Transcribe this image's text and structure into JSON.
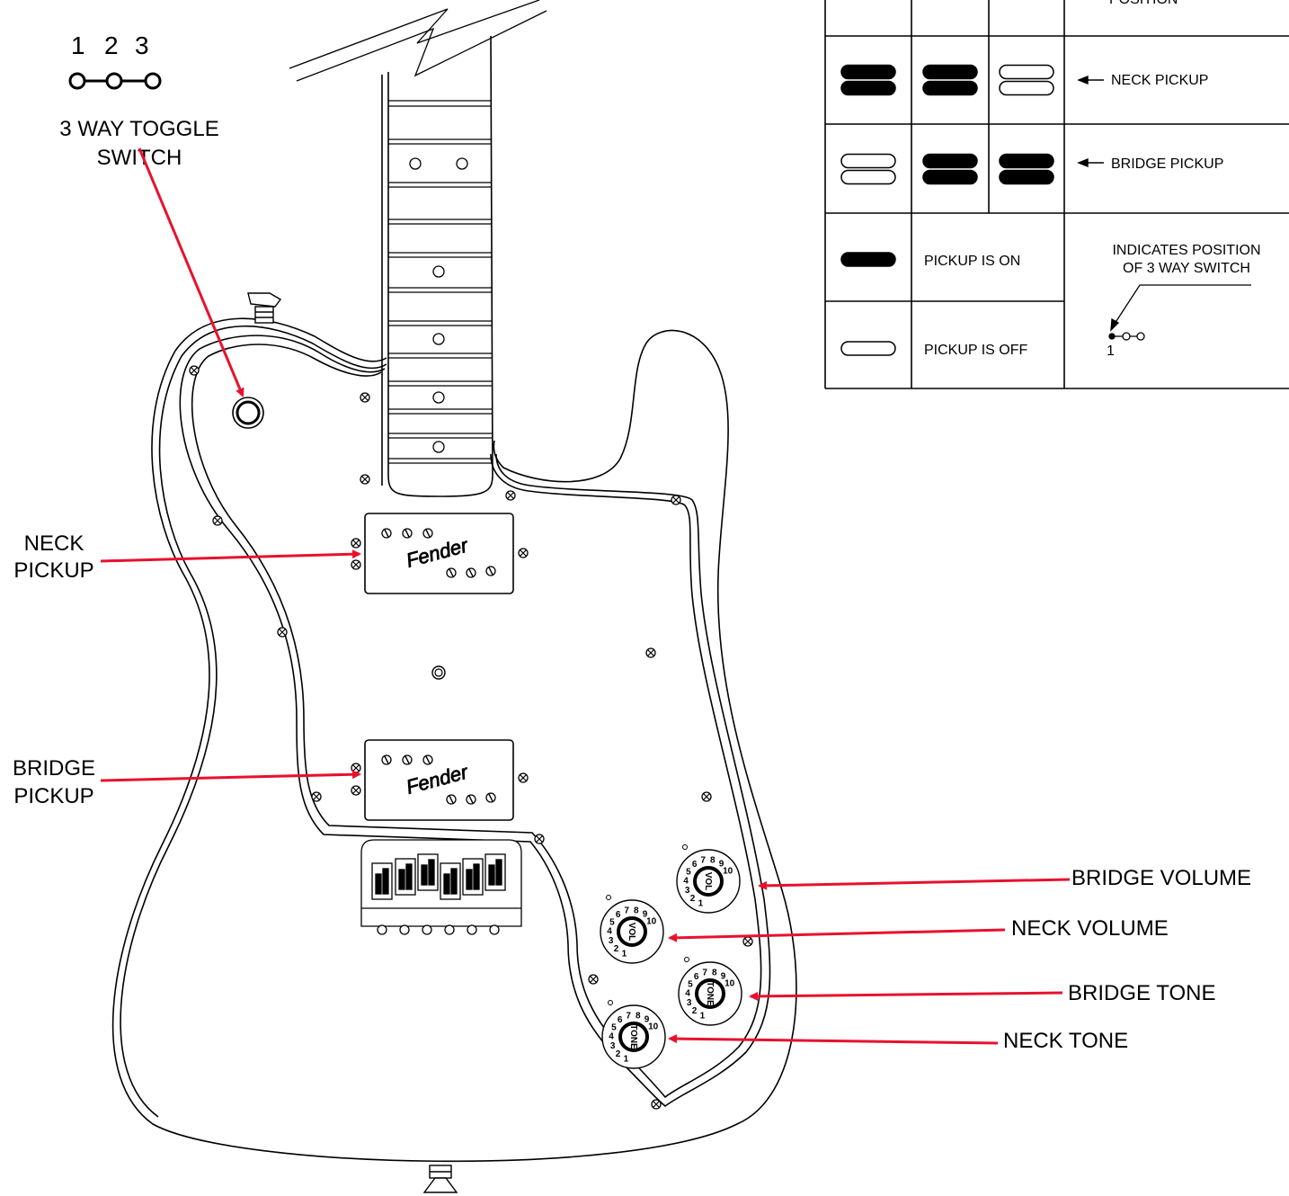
{
  "toggle": {
    "positions": [
      "1",
      "2",
      "3"
    ],
    "title_line1": "3 WAY TOGGLE",
    "title_line2": "SWITCH"
  },
  "callouts": {
    "neck_pickup_line1": "NECK",
    "neck_pickup_line2": "PICKUP",
    "bridge_pickup_line1": "BRIDGE",
    "bridge_pickup_line2": "PICKUP",
    "bridge_volume": "BRIDGE VOLUME",
    "neck_volume": "NECK VOLUME",
    "bridge_tone": "BRIDGE TONE",
    "neck_tone": "NECK TONE"
  },
  "pickup_brand": "Fender",
  "knobs": {
    "vol_label": "VOL",
    "tone_label": "TONE",
    "scale": [
      "1",
      "2",
      "3",
      "4",
      "5",
      "6",
      "7",
      "8",
      "9",
      "10"
    ]
  },
  "legend_table": {
    "header_partial": "POSITION",
    "row_neck": "NECK PICKUP",
    "row_bridge": "BRIDGE PICKUP",
    "pickup_on": "PICKUP IS ON",
    "pickup_off": "PICKUP IS OFF",
    "indicates_line1": "INDICATES POSITION",
    "indicates_line2": "OF 3 WAY SWITCH",
    "indicates_num": "1",
    "states": {
      "neck": [
        "on",
        "on",
        "off"
      ],
      "bridge": [
        "off",
        "on",
        "on"
      ]
    }
  },
  "colors": {
    "arrow": "#e8112d",
    "line": "#000000"
  }
}
